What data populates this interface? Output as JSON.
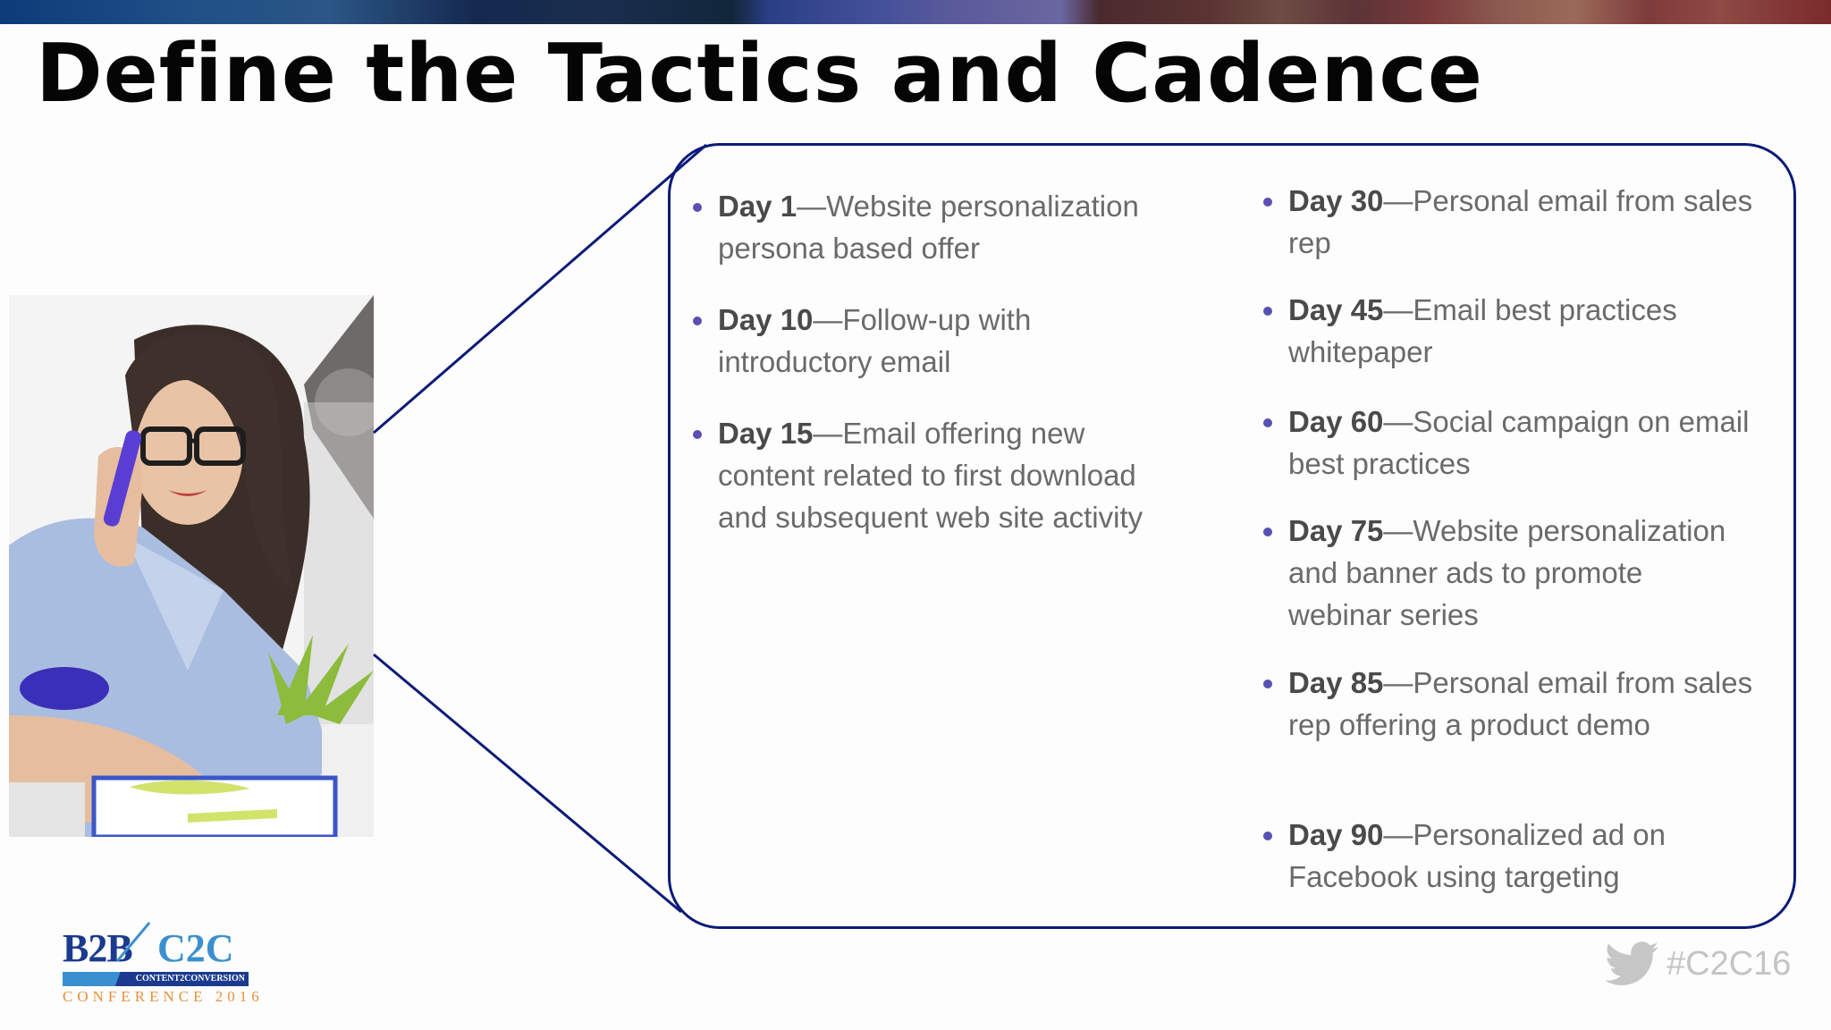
{
  "slide": {
    "title": "Define the Tactics and Cadence",
    "accent_color": "#0c1a78",
    "bullet_color": "#5a4fb3"
  },
  "photo": {
    "description": "Woman with glasses on phone at desk",
    "icon": "person-photo"
  },
  "tactics": {
    "left": [
      {
        "day": "Day 1",
        "text": "Website personalization persona based offer"
      },
      {
        "day": "Day 10",
        "text": "Follow-up with introductory email"
      },
      {
        "day": "Day 15",
        "text": "Email offering new content related to first download and subsequent web site activity"
      }
    ],
    "right": [
      {
        "day": "Day 30",
        "text": "Personal email from sales rep"
      },
      {
        "day": "Day 45",
        "text": "Email best practices whitepaper"
      },
      {
        "day": "Day 60",
        "text": "Social campaign on email best practices"
      },
      {
        "day": "Day 75",
        "text": "Website personalization and banner ads to promote webinar series"
      },
      {
        "day": "Day 85",
        "text": "Personal email from sales rep offering a product demo"
      },
      {
        "day": "Day 90",
        "text": "Personalized ad on Facebook using targeting"
      }
    ],
    "separator": "—"
  },
  "logo": {
    "b2b": "B2B",
    "c2c": "C2C",
    "tagline": "CONTENT2CONVERSION",
    "conference": "CONFERENCE 2016"
  },
  "footer": {
    "icon": "twitter-bird-icon",
    "hashtag": "#C2C16"
  }
}
